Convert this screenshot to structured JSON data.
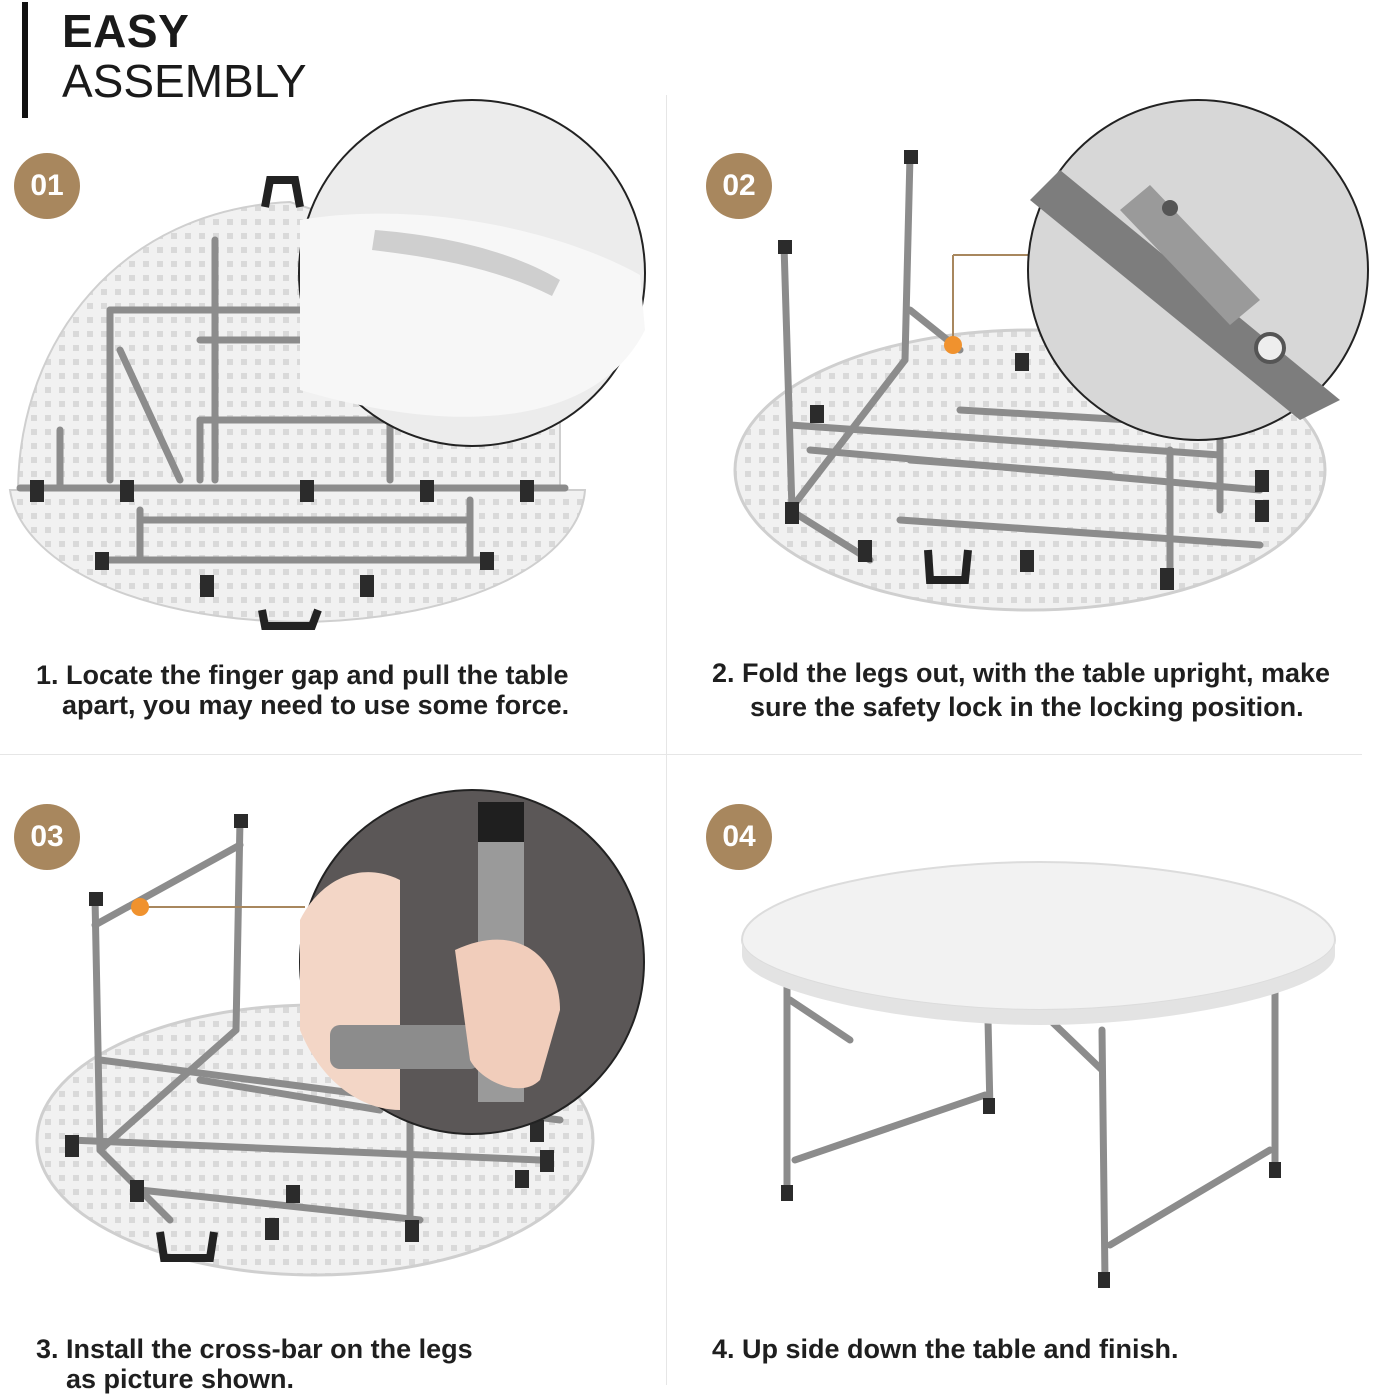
{
  "header": {
    "title_bold": "EASY",
    "title_light": "ASSEMBLY"
  },
  "steps": [
    {
      "number": "01",
      "caption_line1": "1. Locate the finger gap and pull the table",
      "caption_line2": "apart, you may need to use some force."
    },
    {
      "number": "02",
      "caption_line1": "2.  Fold the legs out, with the table upright, make",
      "caption_line2": "sure the safety lock in the locking position."
    },
    {
      "number": "03",
      "caption_line1": "3. Install the cross-bar on the legs",
      "caption_line2": "as picture shown."
    },
    {
      "number": "04",
      "caption_line1": "4. Up side down the table and finish.",
      "caption_line2": ""
    }
  ],
  "colors": {
    "badge": "#a8875e",
    "accent_dot": "#f0922e",
    "leg": "#8a8a8a",
    "table": "#f2f2f2"
  }
}
